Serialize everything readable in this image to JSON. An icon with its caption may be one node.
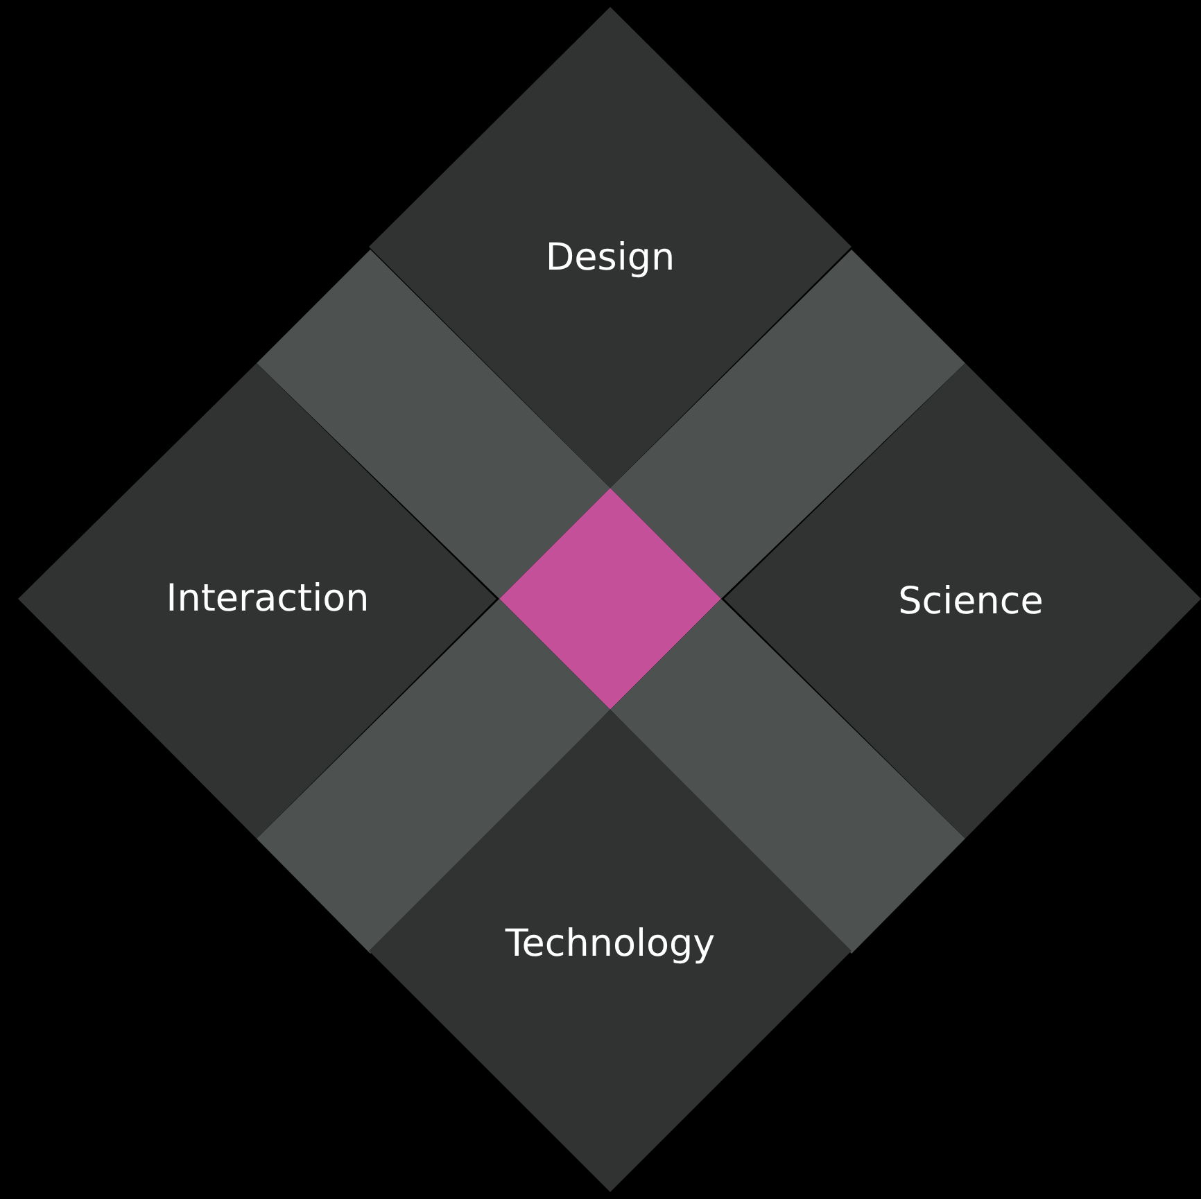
{
  "diagram": {
    "nodes": [
      {
        "text": [
          "Design"
        ]
      },
      {
        "text": [],
        "shape": "band"
      },
      {
        "text": [],
        "shape": "band"
      },
      {
        "text": [
          "Interaction"
        ]
      },
      {
        "text": [],
        "shape": "diamond"
      },
      {
        "text": [
          "Science"
        ]
      },
      {
        "text": [],
        "shape": "band"
      },
      {
        "text": [],
        "shape": "band"
      },
      {
        "text": [
          "Technology"
        ]
      }
    ],
    "edges": []
  }
}
